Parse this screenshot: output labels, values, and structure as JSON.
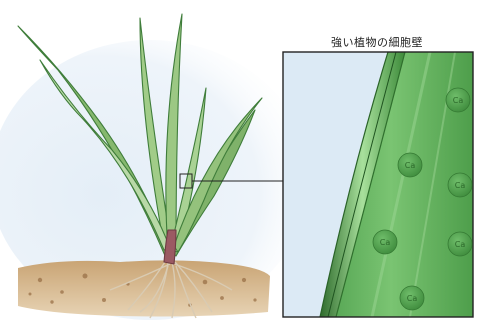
{
  "figure": {
    "zoom_title": "強い植物の細胞壁",
    "element_label": "Ca"
  },
  "colors": {
    "leaf_dark": "#3f7d3a",
    "leaf_light": "#b9d9a7",
    "cell_green": "#5db156",
    "cell_light": "#8fd08a",
    "sky": "#dce8f3",
    "soil": "#b08656",
    "calcium_dot": "#4a9a48"
  },
  "icons": {
    "calcium": "ca-ion-circle",
    "magnifier_box": "zoom-rectangle"
  }
}
